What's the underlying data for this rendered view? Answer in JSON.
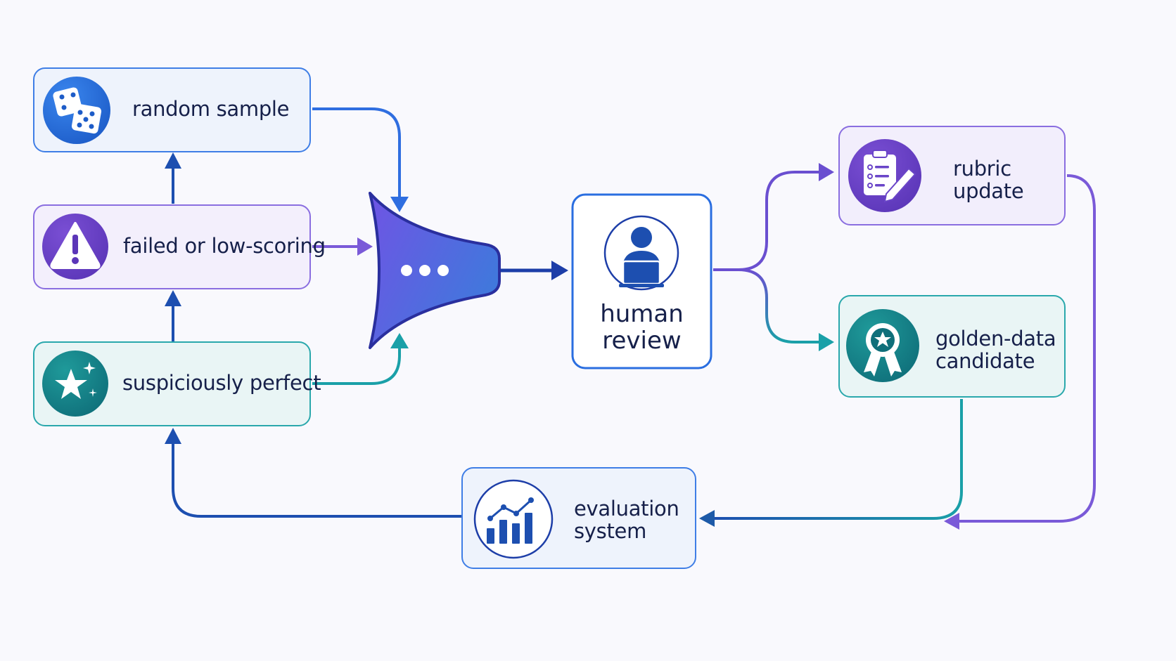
{
  "sources": [
    {
      "id": "random",
      "label": "random sample",
      "icon": "dice-icon"
    },
    {
      "id": "failed",
      "label": "failed or low-scoring",
      "icon": "warning-icon"
    },
    {
      "id": "perfect",
      "label": "suspiciously perfect",
      "icon": "star-sparkle-icon"
    }
  ],
  "funnel": {
    "icon": "ellipsis-icon"
  },
  "review": {
    "line1": "human",
    "line2": "review",
    "icon": "person-laptop-icon"
  },
  "outputs": {
    "rubric": {
      "line1": "rubric",
      "line2": "update",
      "icon": "clipboard-edit-icon"
    },
    "golden": {
      "line1": "golden-data",
      "line2": "candidate",
      "icon": "award-badge-icon"
    }
  },
  "evaluation": {
    "line1": "evaluation",
    "line2": "system",
    "icon": "bar-chart-trend-icon"
  },
  "colors": {
    "blue": "#2f6ee0",
    "navy": "#1d3ea8",
    "purple": "#6a4fd0",
    "teal": "#1aa0a8",
    "text": "#16204a"
  }
}
